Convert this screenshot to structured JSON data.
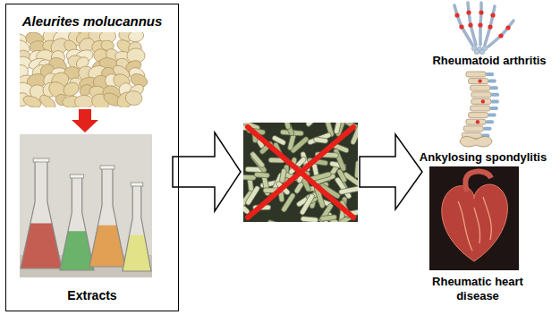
{
  "diagram": {
    "nodes": [
      {
        "text": [
          "Aleurites molucannus",
          "Extracts"
        ]
      }
    ],
    "labels": [
      "Rheumatoid arthritis",
      "Ankylosing spondylitis",
      "Rheumatic heart disease"
    ]
  }
}
